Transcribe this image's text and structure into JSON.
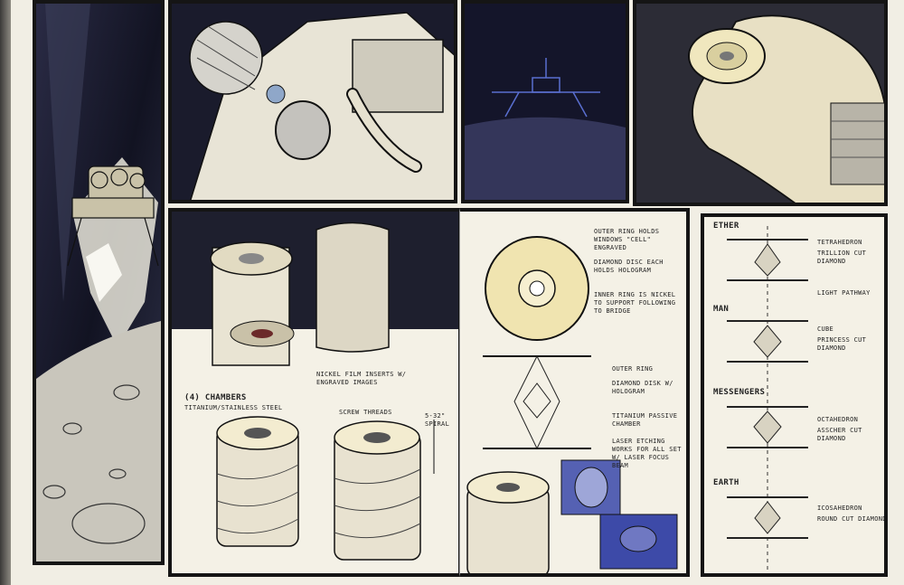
{
  "sheet": {
    "colors": {
      "ink": "#151515",
      "paper": "#f1eee4",
      "night": "#1c1f3a",
      "moon_grey": "#c9c6bc",
      "pencil_blue": "#5a6fd0",
      "cream": "#efe6b8"
    },
    "panels": {
      "launch": {
        "icon": "rocket-icon"
      },
      "cockpit": {
        "icon": "capsule-interior-icon"
      },
      "lander": {
        "icon": "lunar-lander-icon"
      },
      "glove": {
        "icon": "gloved-hand-icon"
      },
      "chambers": {
        "caption_chambers": "(4) CHAMBERS",
        "caption_material": "TITANIUM/STAINLESS STEEL",
        "caption_nickel": "NICKEL FILM INSERTS W/ ENGRAVED IMAGES",
        "caption_threads": "SCREW THREADS",
        "caption_spiral": "5-32\" SPIRAL"
      },
      "disc": {
        "note_outer_ring": "OUTER RING HOLDS WINDOWS \"CELL\" ENGRAVED",
        "note_dome": "DIAMOND DISC EACH HOLDS HOLOGRAM",
        "note_inner_ring": "INNER RING IS NICKEL TO SUPPORT FOLLOWING TO BRIDGE",
        "note_outer": "OUTER RING",
        "note_diamond": "DIAMOND DISK W/ HOLOGRAM",
        "note_titanium": "TITANIUM PASSIVE CHAMBER",
        "note_laser": "LASER ETCHING WORKS FOR ALL SET W/ LASER FOCUS BEAM"
      },
      "levels": {
        "label_1": "ETHER",
        "label_2": "MAN",
        "label_3": "MESSENGERS",
        "label_4": "EARTH",
        "note_1a": "TETRAHEDRON",
        "note_1b": "TRILLION CUT DIAMOND",
        "note_2a": "LIGHT PATHWAY",
        "note_2b": "CUBE",
        "note_2c": "PRINCESS CUT DIAMOND",
        "note_3a": "OCTAHEDRON",
        "note_3b": "ASSCHER CUT DIAMOND",
        "note_4a": "ICOSAHEDRON",
        "note_4b": "ROUND CUT DIAMOND"
      }
    }
  }
}
